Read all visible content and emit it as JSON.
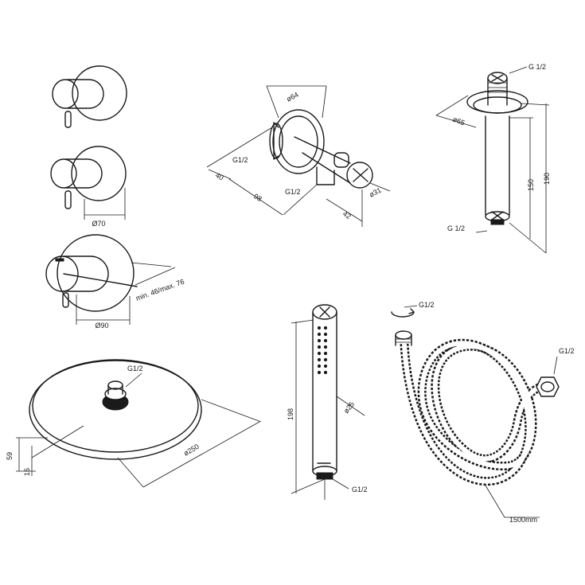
{
  "labels": {
    "valve_small_dia": "Ø70",
    "valve_large_dia": "Ø90",
    "valve_depth": "min. 46/max. 76",
    "elbow_dia": "ø64",
    "elbow_thread_top": "G1/2",
    "elbow_thread_bottom": "G1/2",
    "elbow_depth": "40",
    "elbow_length": "98",
    "elbow_height": "42",
    "elbow_holder_dia": "ø31",
    "arm_thread_top": "G 1/2",
    "arm_thread_bottom": "G 1/2",
    "arm_flange_dia": "ø65",
    "arm_length": "150",
    "arm_total": "190",
    "head_thread": "G1/2",
    "head_dia": "ø250",
    "head_height": "59",
    "head_plate": "16",
    "hand_length": "198",
    "hand_dia": "ø25",
    "hand_thread": "G1/2",
    "hose_thread_left": "G1/2",
    "hose_thread_right": "G1/2",
    "hose_length": "1500mm"
  },
  "colors": {
    "line": "#1a1a1a",
    "background": "#ffffff"
  }
}
